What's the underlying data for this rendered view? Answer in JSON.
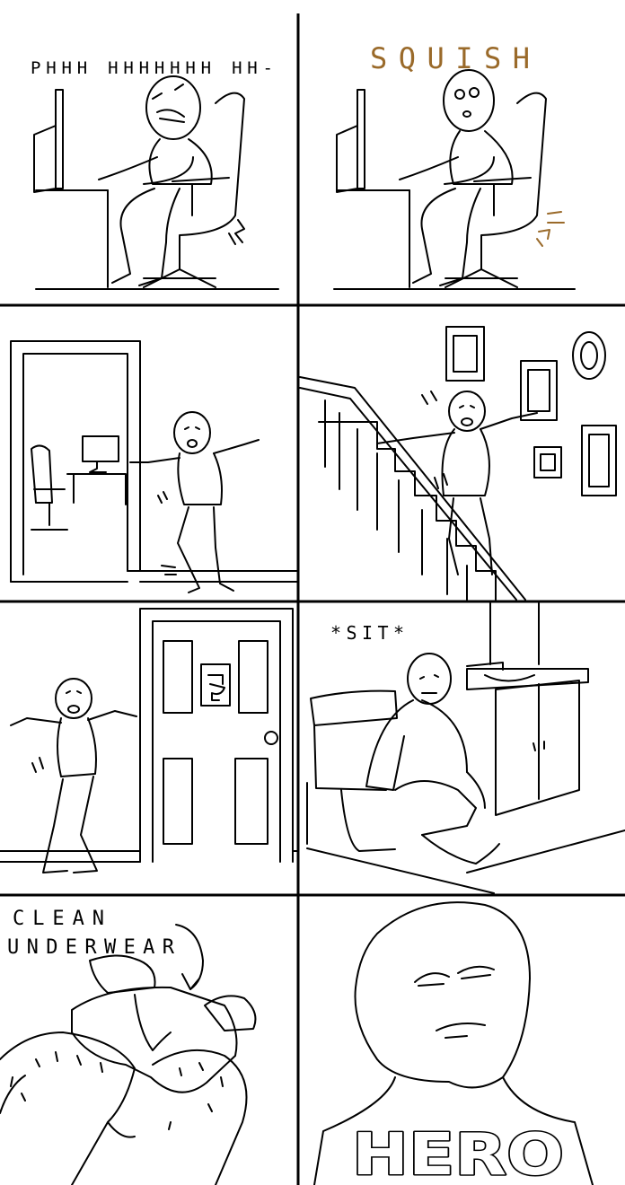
{
  "comic": {
    "panels": [
      {
        "caption": "PHHH HHHHHHH HH-"
      },
      {
        "caption": "SQUISH"
      },
      {
        "caption": ""
      },
      {
        "caption": ""
      },
      {
        "caption": ""
      },
      {
        "caption": "*SIT*"
      },
      {
        "caption": "CLEAN UNDERWEAR",
        "caption_line1": "CLEAN",
        "caption_line2": "UNDERWEAR"
      },
      {
        "caption": "HERO"
      }
    ],
    "colors": {
      "ink": "#000000",
      "background": "#ffffff",
      "squish": "#9a6a2a",
      "hero_fill": "#ffffff"
    }
  }
}
